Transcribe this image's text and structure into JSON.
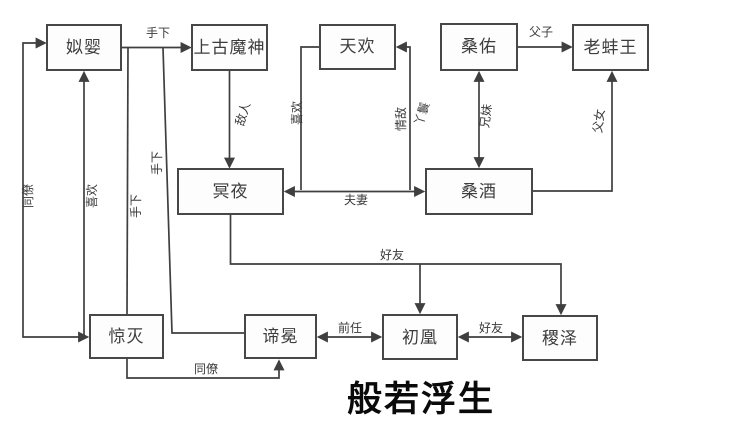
{
  "title": "般若浮生",
  "nodes": [
    {
      "id": "siying",
      "label": "姒婴"
    },
    {
      "id": "shanggu-moshen",
      "label": "上古魔神"
    },
    {
      "id": "tianhuan",
      "label": "天欢"
    },
    {
      "id": "sangyou",
      "label": "桑佑"
    },
    {
      "id": "laobangwang",
      "label": "老蚌王"
    },
    {
      "id": "mingye",
      "label": "冥夜"
    },
    {
      "id": "sangjiu",
      "label": "桑酒"
    },
    {
      "id": "jingmie",
      "label": "惊灭"
    },
    {
      "id": "dimian",
      "label": "谛冕"
    },
    {
      "id": "chuhuang",
      "label": "初凰"
    },
    {
      "id": "jize",
      "label": "稷泽"
    }
  ],
  "edges": [
    {
      "from": "姒婴",
      "to": "上古魔神",
      "label": "手下"
    },
    {
      "from": "桑佑",
      "to": "老蚌王",
      "label": "父子"
    },
    {
      "from": "上古魔神",
      "to": "冥夜",
      "label": "敌人"
    },
    {
      "from": "天欢",
      "to": "冥夜",
      "label": "喜欢"
    },
    {
      "from": "天欢",
      "to": "桑酒",
      "label": "情敌"
    },
    {
      "from": "桑酒",
      "to": "天欢",
      "label": "丫鬟"
    },
    {
      "from": "桑佑",
      "to": "桑酒",
      "label": "兄妹"
    },
    {
      "from": "桑酒",
      "to": "老蚌王",
      "label": "父女"
    },
    {
      "from": "冥夜",
      "to": "桑酒",
      "label": "夫妻"
    },
    {
      "from": "冥夜",
      "to": "初凰 / 稷泽",
      "label": "好友"
    },
    {
      "from": "姒婴",
      "to": "惊灭",
      "label": "同僚"
    },
    {
      "from": "惊灭",
      "to": "姒婴",
      "label": "喜欢"
    },
    {
      "from": "姒婴",
      "to": "惊灭",
      "label": "手下"
    },
    {
      "from": "姒婴",
      "to": "谛冕",
      "label": "手下"
    },
    {
      "from": "谛冕",
      "to": "初凰",
      "label": "前任"
    },
    {
      "from": "初凰",
      "to": "稷泽",
      "label": "好友"
    },
    {
      "from": "惊灭",
      "to": "谛冕",
      "label": "同僚"
    }
  ]
}
